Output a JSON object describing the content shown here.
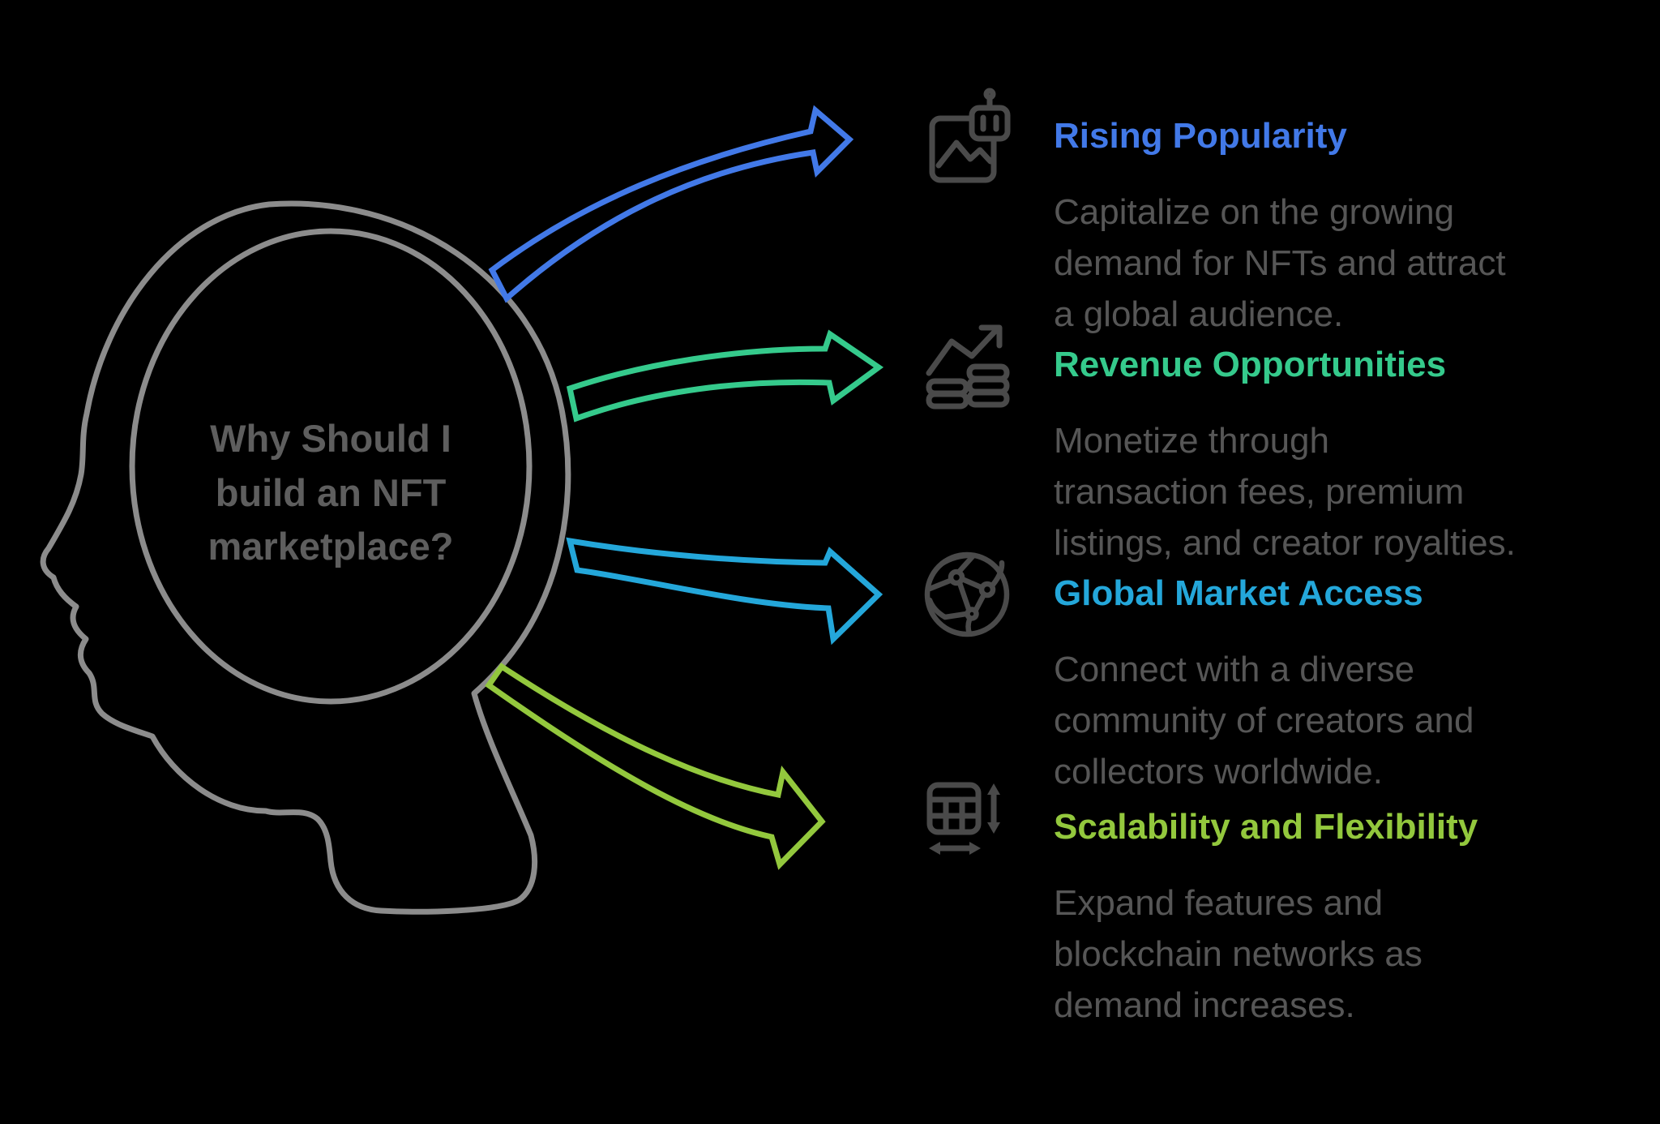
{
  "canvas": {
    "background": "#000000"
  },
  "head": {
    "question": "Why Should I\nbuild an NFT\nmarketplace?",
    "outline_color": "#8C8C8C",
    "text_color": "#5E5E5E"
  },
  "icon_color": "#4A4A4A",
  "body_text_color": "#565656",
  "sections": [
    {
      "title": "Rising Popularity",
      "color": "#4279E8",
      "icon": "nft-image-robot-icon",
      "body": "Capitalize on the growing\ndemand for NFTs and attract\na global audience."
    },
    {
      "title": "Revenue Opportunities",
      "color": "#35CA8C",
      "icon": "revenue-growth-coins-icon",
      "body": "Monetize through\ntransaction fees, premium\nlistings, and creator royalties."
    },
    {
      "title": "Global Market Access",
      "color": "#24A7DA",
      "icon": "globe-network-icon",
      "body": "Connect with a diverse\ncommunity of creators and\ncollectors worldwide."
    },
    {
      "title": "Scalability and Flexibility",
      "color": "#93C83D",
      "icon": "table-resize-icon",
      "body": "Expand features and\nblockchain networks as\ndemand increases."
    }
  ]
}
